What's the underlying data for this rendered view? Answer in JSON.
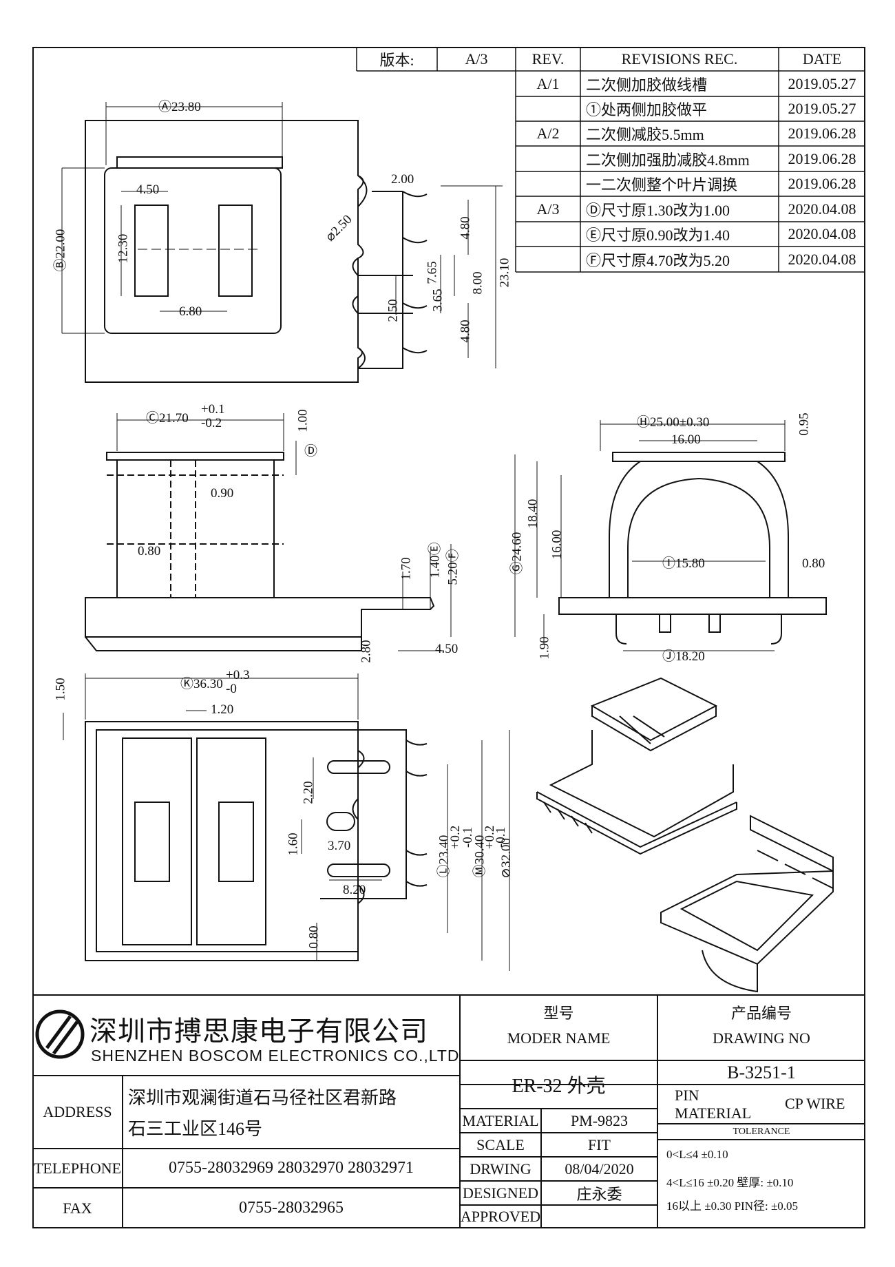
{
  "revision_table": {
    "version_label": "版本:",
    "version_value": "A/3",
    "header_rev": "REV.",
    "header_rec": "REVISIONS REC.",
    "header_date": "DATE",
    "rows": [
      {
        "rev": "A/1",
        "text": "二次侧加胶做线槽",
        "date": "2019.05.27"
      },
      {
        "rev": "",
        "text": "①处两侧加胶做平",
        "date": "2019.05.27"
      },
      {
        "rev": "A/2",
        "text": "二次侧减胶5.5mm",
        "date": "2019.06.28"
      },
      {
        "rev": "",
        "text": "二次侧加强肋减胶4.8mm",
        "date": "2019.06.28"
      },
      {
        "rev": "",
        "text": "一二次侧整个叶片调换",
        "date": "2019.06.28"
      },
      {
        "rev": "A/3",
        "text": "Ⓓ尺寸原1.30改为1.00",
        "date": "2020.04.08"
      },
      {
        "rev": "",
        "text": "Ⓔ尺寸原0.90改为1.40",
        "date": "2020.04.08"
      },
      {
        "rev": "",
        "text": "Ⓕ尺寸原4.70改为5.20",
        "date": "2020.04.08"
      }
    ]
  },
  "dimensions": {
    "top_view": [
      "Ⓐ23.80",
      "4.50",
      "12.30",
      "Ⓑ22.00",
      "6.80",
      "2.00",
      "⌀2.50",
      "4.80",
      "7.65",
      "8.00",
      "23.10",
      "3.65",
      "2.50",
      "4.80"
    ],
    "side_view": [
      "Ⓒ21.70",
      "+0.1",
      "-0.2",
      "1.00",
      "Ⓓ",
      "0.90",
      "0.80",
      "1.70",
      "1.40Ⓔ",
      "5.20Ⓕ",
      "2.80",
      "4.50"
    ],
    "front_view": [
      "Ⓗ25.00±0.30",
      "16.00",
      "0.95",
      "Ⓖ24.60",
      "18.40",
      "16.00",
      "Ⓘ15.80",
      "0.80",
      "1.90",
      "Ⓙ18.20"
    ],
    "bottom_view": [
      "1.50",
      "Ⓚ36.30",
      "+0.3",
      "-0",
      "1.20",
      "2.20",
      "1.60",
      "3.70",
      "8.20",
      "0.80",
      "Ⓛ23.40",
      "+0.2",
      "-0.1",
      "Ⓜ30.40",
      "+0.2",
      "-0.1",
      "⊘32.00"
    ]
  },
  "title_block": {
    "company_cn": "深圳市搏思康电子有限公司",
    "company_en": "SHENZHEN BOSCOM ELECTRONICS CO.,LTD",
    "model_label_cn": "型号",
    "model_label_en": "MODER NAME",
    "drawing_label_cn": "产品编号",
    "drawing_label_en": "DRAWING NO",
    "model_value": "ER-32 外壳",
    "drawing_value": "B-3251-1",
    "address_label": "ADDRESS",
    "address_line1": "深圳市观澜街道石马径社区君新路",
    "address_line2": "石三工业区146号",
    "telephone_label": "TELEPHONE",
    "telephone_value": "0755-28032969 28032970 28032971",
    "fax_label": "FAX",
    "fax_value": "0755-28032965",
    "material_label": "MATERIAL",
    "material_value": "PM-9823",
    "scale_label": "SCALE",
    "scale_value": "FIT",
    "drawing_label": "DRWING",
    "drawing_date": "08/04/2020",
    "designed_label": "DESIGNED",
    "designed_value": "庄永委",
    "approved_label": "APPROVED",
    "pin_label": "PIN",
    "pin_material_label": "MATERIAL",
    "pin_value": "CP WIRE",
    "tolerance_label": "TOLERANCE",
    "tol_line1": "0<L≤4 ±0.10",
    "tol_line2": "4<L≤16 ±0.20  壁厚: ±0.10",
    "tol_line3": "16以上    ±0.30  PIN径: ±0.05"
  }
}
